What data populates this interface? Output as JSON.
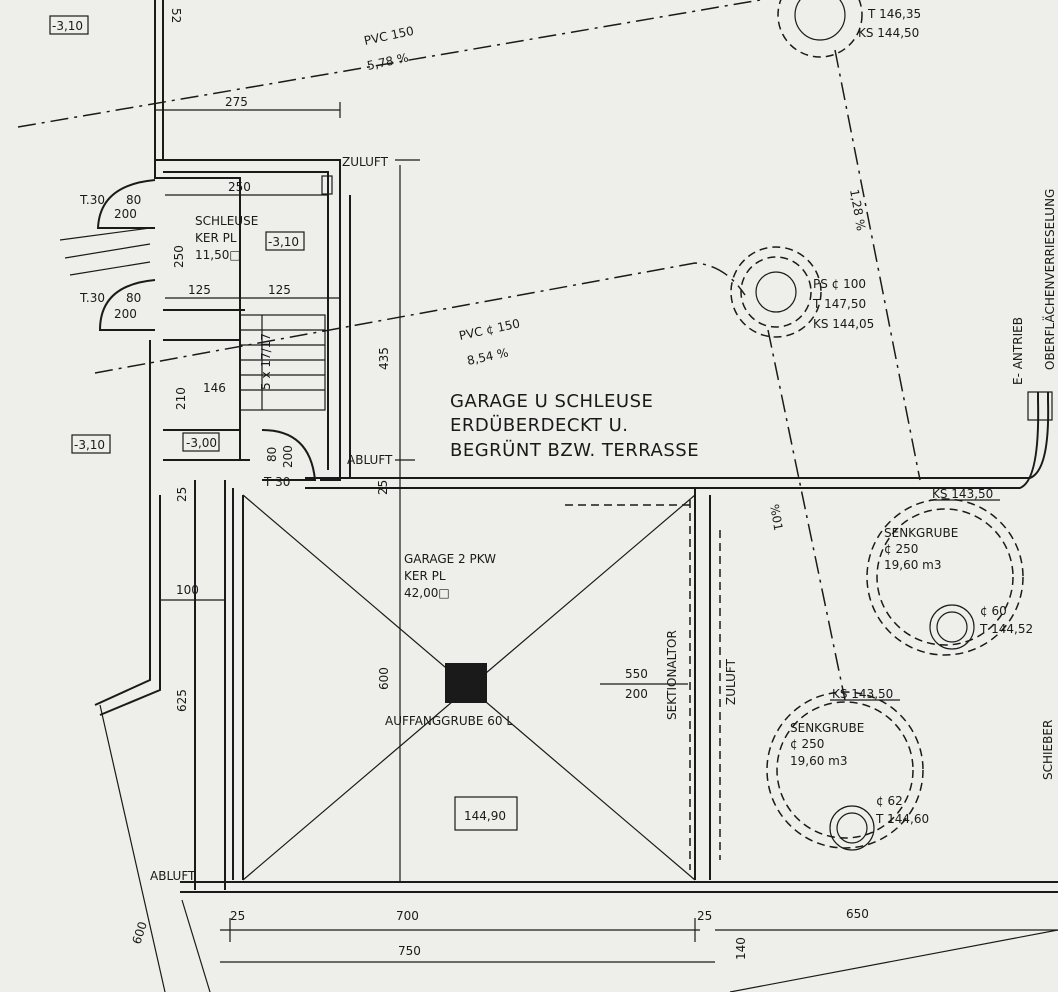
{
  "colors": {
    "paper": "#eeeeea",
    "ink": "#1a1a1a"
  },
  "levels": {
    "top_left": "-3,10",
    "schleuse": "-3,10",
    "left_mid": "-3,10",
    "small_room": "-3,00",
    "garage_floor": "144,90"
  },
  "top_number": "52",
  "pipes": {
    "pvc_top": "PVC 150",
    "slope_top": "5,78 %",
    "pvc_mid": "PVC ¢ 150",
    "slope_mid": "8,54 %",
    "slope_right": "1,28 %",
    "slope_diag": "%01"
  },
  "manhole_top": {
    "t": "T 146,35",
    "ks": "KS 144,50"
  },
  "ps": {
    "label": "PS ¢ 100",
    "t": "T 147,50",
    "ks": "KS 144,05"
  },
  "schleuse": {
    "name": "SCHLEUSE",
    "floor": "KER PL",
    "area": "11,50□"
  },
  "stair": "5 x 17/17",
  "dims": {
    "d275": "275",
    "d250a": "250",
    "d250b": "250",
    "d125a": "125",
    "d125b": "125",
    "d210": "210",
    "d146": "146",
    "d435": "435",
    "d25a": "25",
    "d25b": "25",
    "d100": "100",
    "d625": "625",
    "d600": "600",
    "d550": "550",
    "d200": "200",
    "b25a": "25",
    "b700": "700",
    "b25b": "25",
    "b750": "750",
    "b650": "650",
    "b600": "600",
    "b140": "140",
    "door_top": "T.30",
    "door_top_w": "80",
    "door_top_h": "200",
    "door_bot": "T.30",
    "door_bot_w": "80",
    "door_bot_h": "200",
    "door_small_w": "80",
    "door_small_h": "200",
    "door_small": "T 30"
  },
  "main_label": [
    "GARAGE U SCHLEUSE",
    "ERDÜBERDECKT U.",
    "BEGRÜNT BZW. TERRASSE"
  ],
  "zuluft_top": "ZULUFT",
  "abluft_mid": "ABLUFT",
  "abluft_bottom": "ABLUFT",
  "garage": {
    "name": "GARAGE 2 PKW",
    "floor": "KER PL",
    "area": "42,00□",
    "pit": "AUFFANGGRUBE 60 L"
  },
  "sektionaltor": "SEKTIONALTOR",
  "zuluft_side": "ZULUFT",
  "ks_upper": "KS 143,50",
  "ks_lower": "KS 143,50",
  "pit1": {
    "name": "SENKGRUBE",
    "dia": "¢ 250",
    "vol": "19,60 m3",
    "shaft": "¢ 60",
    "t": "T 144,52"
  },
  "pit2": {
    "name": "SENKGRUBE",
    "dia": "¢ 250",
    "vol": "19,60 m3",
    "shaft": "¢ 62",
    "t": "T 144,60"
  },
  "right_vertical": "OBERFLÄCHENVERRIESELUNG",
  "antrieb": "E- ANTRIEB",
  "schieber": "SCHIEBER"
}
